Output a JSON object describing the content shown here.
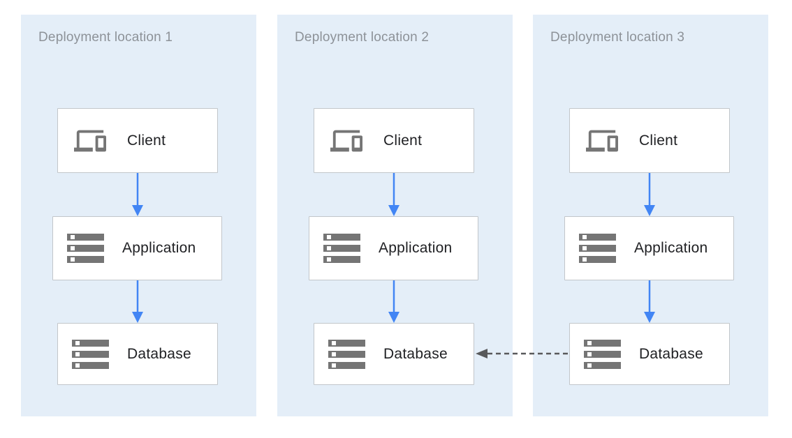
{
  "diagram": {
    "panels": [
      {
        "title": "Deployment location 1",
        "nodes": [
          {
            "label": "Client",
            "icon": "devices-icon"
          },
          {
            "label": "Application",
            "icon": "server-stack-icon"
          },
          {
            "label": "Database",
            "icon": "server-stack-icon"
          }
        ]
      },
      {
        "title": "Deployment location 2",
        "nodes": [
          {
            "label": "Client",
            "icon": "devices-icon"
          },
          {
            "label": "Application",
            "icon": "server-stack-icon"
          },
          {
            "label": "Database",
            "icon": "server-stack-icon"
          }
        ]
      },
      {
        "title": "Deployment location 3",
        "nodes": [
          {
            "label": "Client",
            "icon": "devices-icon"
          },
          {
            "label": "Application",
            "icon": "server-stack-icon"
          },
          {
            "label": "Database",
            "icon": "server-stack-icon"
          }
        ]
      }
    ],
    "connections": [
      {
        "panel": "Deployment location 1",
        "from": "Client",
        "to": "Application",
        "style": "solid-blue-arrow"
      },
      {
        "panel": "Deployment location 1",
        "from": "Application",
        "to": "Database",
        "style": "solid-blue-arrow"
      },
      {
        "panel": "Deployment location 2",
        "from": "Client",
        "to": "Application",
        "style": "solid-blue-arrow"
      },
      {
        "panel": "Deployment location 2",
        "from": "Application",
        "to": "Database",
        "style": "solid-blue-arrow"
      },
      {
        "panel": "Deployment location 3",
        "from": "Client",
        "to": "Application",
        "style": "solid-blue-arrow"
      },
      {
        "panel": "Deployment location 3",
        "from": "Application",
        "to": "Database",
        "style": "solid-blue-arrow"
      },
      {
        "from": "Database (Deployment location 3)",
        "to": "Database (Deployment location 2)",
        "style": "dashed-gray-arrow"
      }
    ],
    "colors": {
      "panel_background": "#e4eef8",
      "node_background": "#ffffff",
      "node_border": "#c2c6ca",
      "node_label": "#202124",
      "panel_title": "#8d9298",
      "icon_gray": "#757575",
      "icon_cutout": "#ffffff",
      "arrow_blue": "#4285f4",
      "arrow_dashed_gray": "#58595b"
    }
  }
}
